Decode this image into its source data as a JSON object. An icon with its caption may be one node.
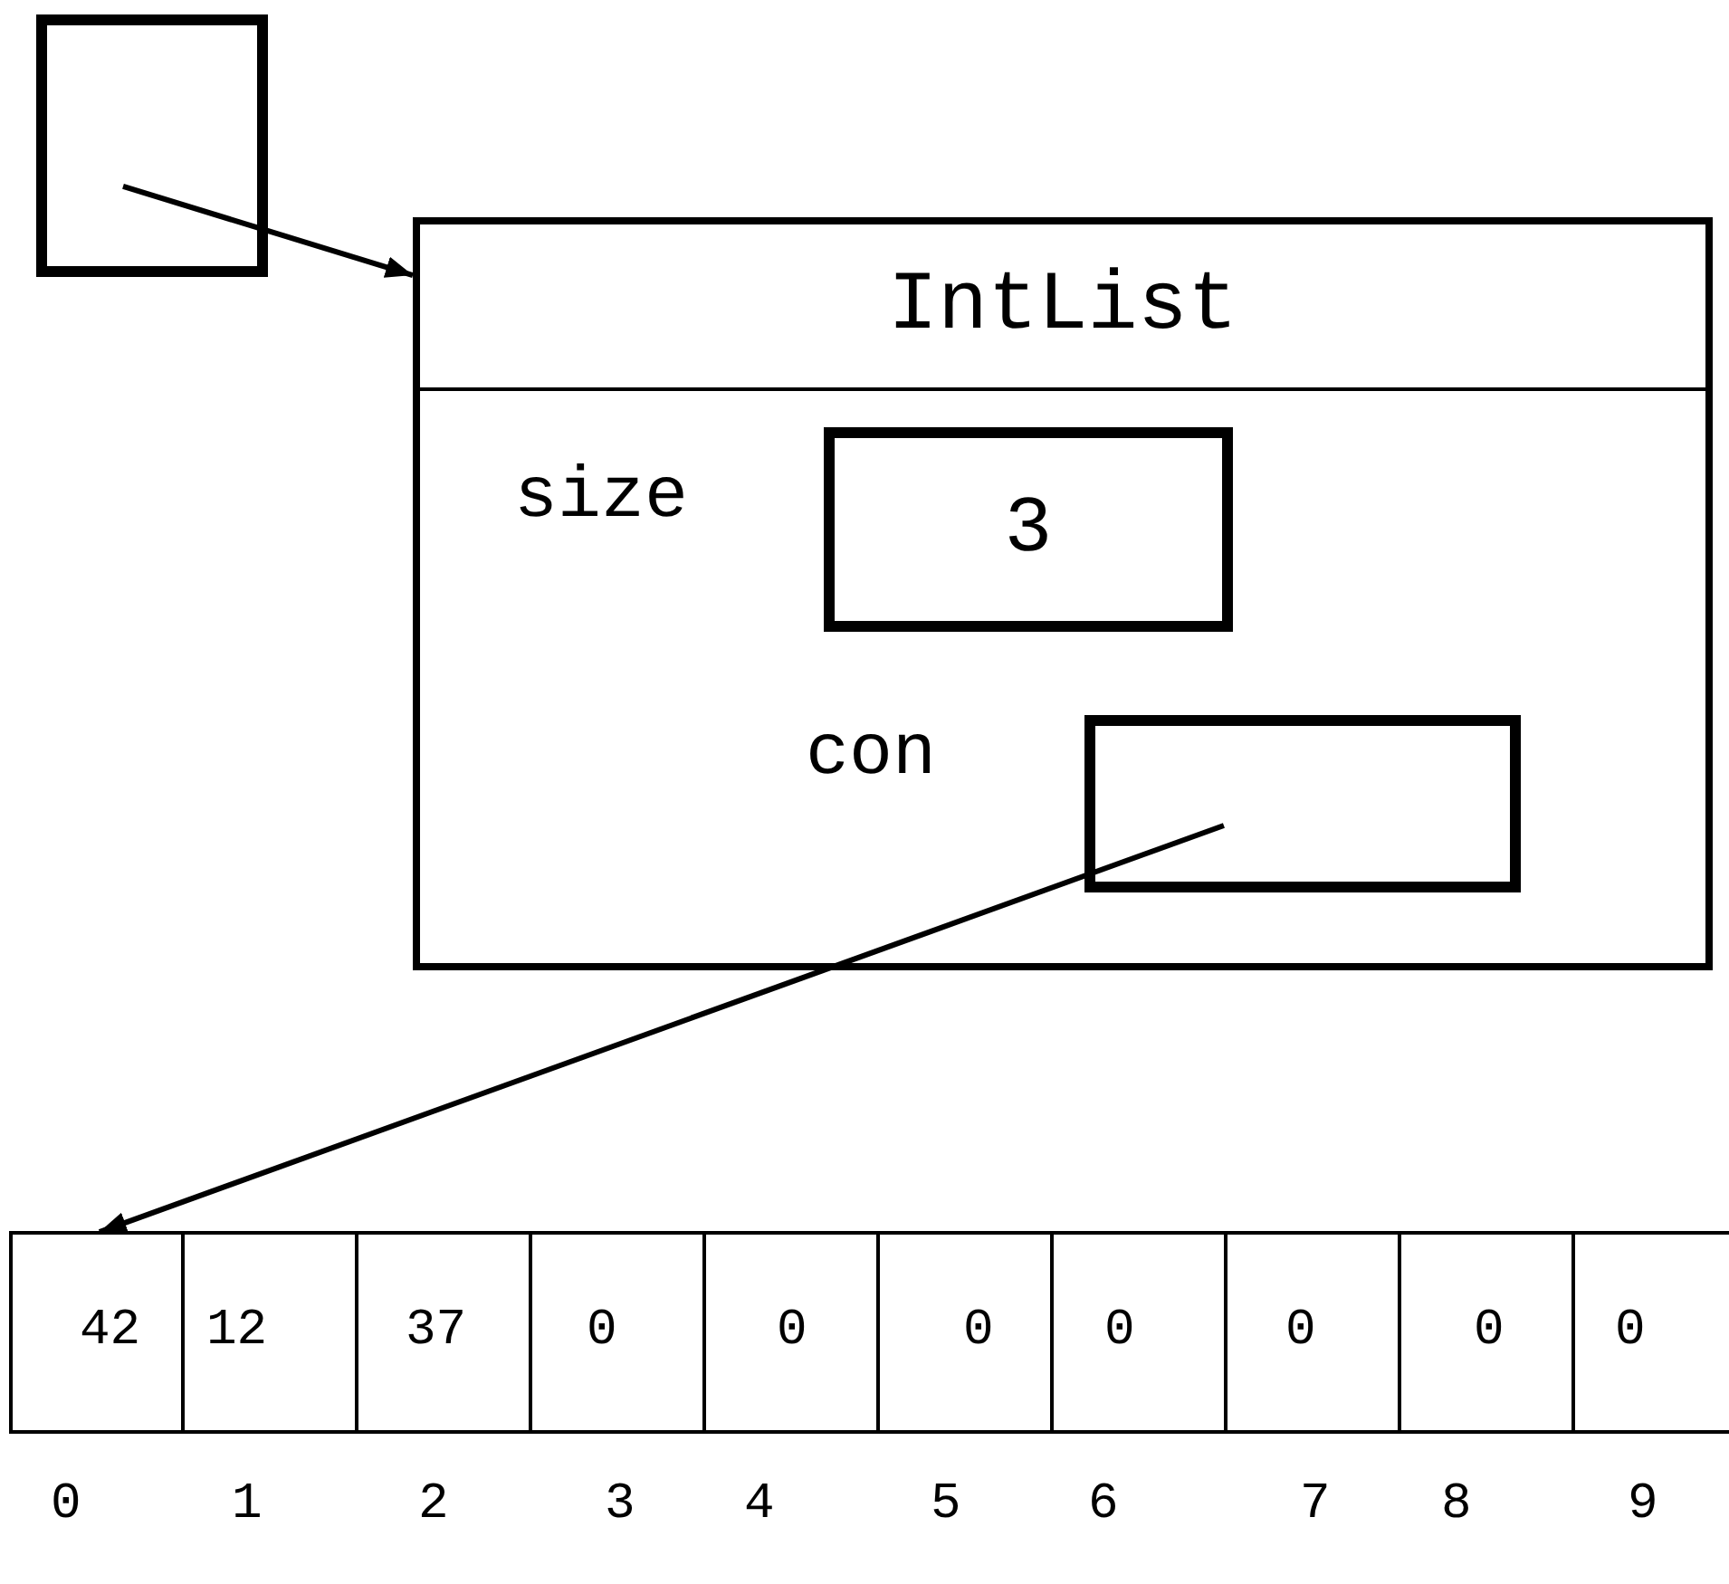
{
  "diagram": {
    "nodes": [
      {
        "text": [],
        "shape": "box"
      },
      {
        "text": [
          "IntList"
        ]
      },
      {
        "text": [
          "3"
        ],
        "in": 1,
        "beside": [
          "size"
        ]
      },
      {
        "text": [],
        "shape": "box",
        "in": 1,
        "beside": [
          "con"
        ]
      },
      {
        "text": [
          "42"
        ]
      },
      {
        "text": [
          "12"
        ]
      },
      {
        "text": [
          "37"
        ]
      },
      {
        "text": [
          "0"
        ]
      },
      {
        "text": [
          "0"
        ]
      },
      {
        "text": [
          "0"
        ]
      },
      {
        "text": [
          "0"
        ]
      },
      {
        "text": [
          "0"
        ]
      },
      {
        "text": [
          "0"
        ]
      },
      {
        "text": [
          "0"
        ]
      }
    ],
    "edges": [
      {
        "from": 0,
        "to": 1,
        "arrow": "to"
      },
      {
        "from": 3,
        "to": 4,
        "arrow": "to"
      }
    ],
    "labels": [
      "0",
      "1",
      "2",
      "3",
      "4",
      "5",
      "6",
      "7",
      "8",
      "9"
    ]
  }
}
